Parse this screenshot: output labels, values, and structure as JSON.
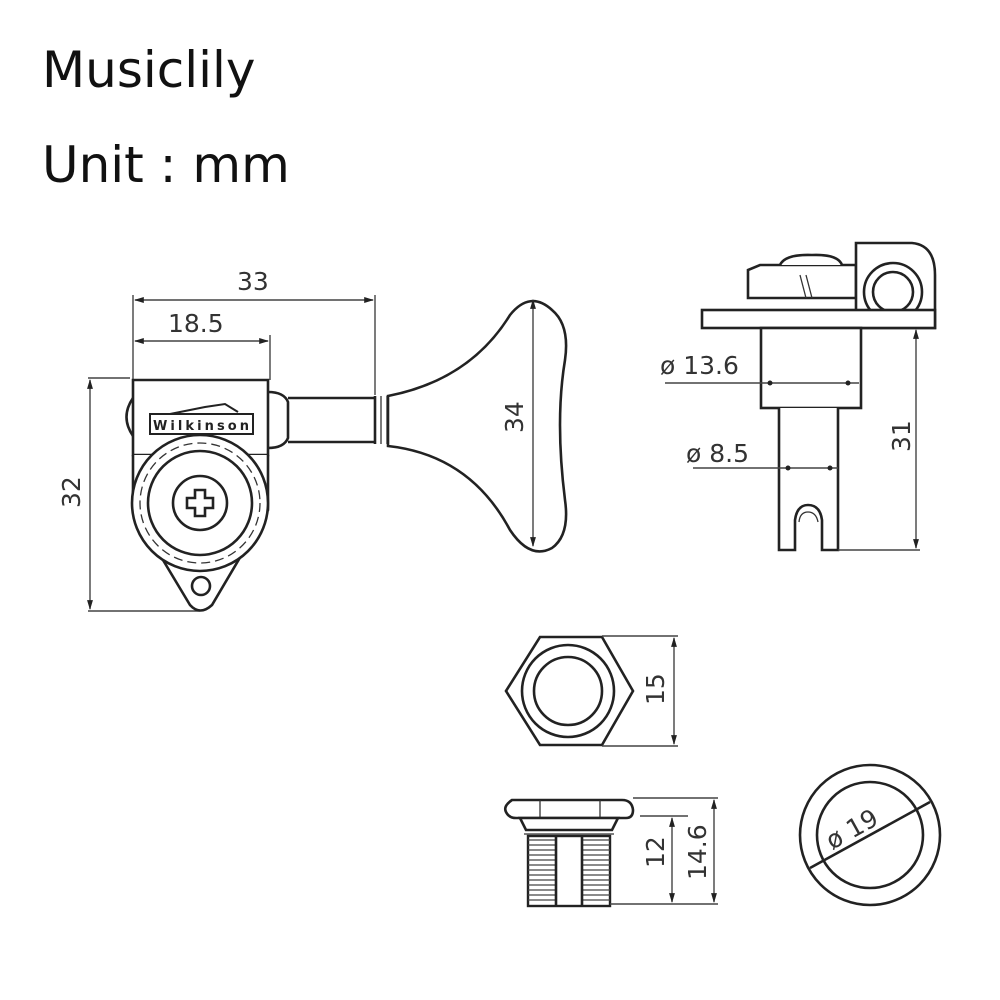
{
  "header": {
    "brand": "Musiclily",
    "unit_label": "Unit : mm"
  },
  "drawing": {
    "front_view": {
      "logo_text": "Wilkinson",
      "dims": {
        "overall_length": "33",
        "body_length": "18.5",
        "body_height": "32",
        "key_height": "34"
      }
    },
    "side_view": {
      "dims": {
        "bushing_diameter": "ø 13.6",
        "post_diameter": "ø 8.5",
        "post_height": "31"
      }
    },
    "hex_nut": {
      "dims": {
        "across_flats": "15"
      }
    },
    "bushing_side": {
      "dims": {
        "thread_height": "12",
        "total_height": "14.6"
      }
    },
    "washer": {
      "dims": {
        "outer_diameter": "ø 19"
      }
    }
  }
}
